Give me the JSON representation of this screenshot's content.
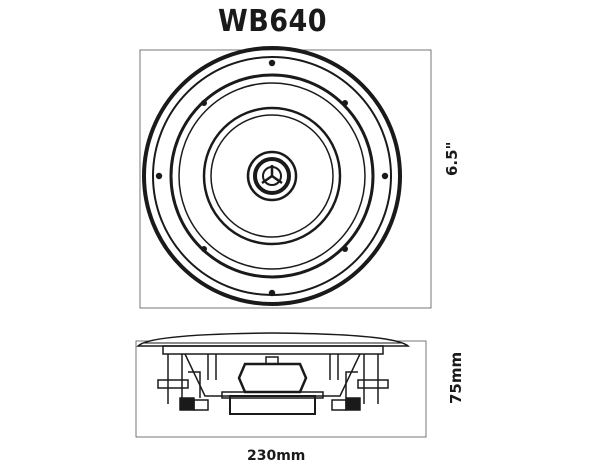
{
  "title": "WB640",
  "dimensions": {
    "top_view_diameter": "6.5\"",
    "side_view_depth": "75mm",
    "side_view_width": "230mm"
  }
}
